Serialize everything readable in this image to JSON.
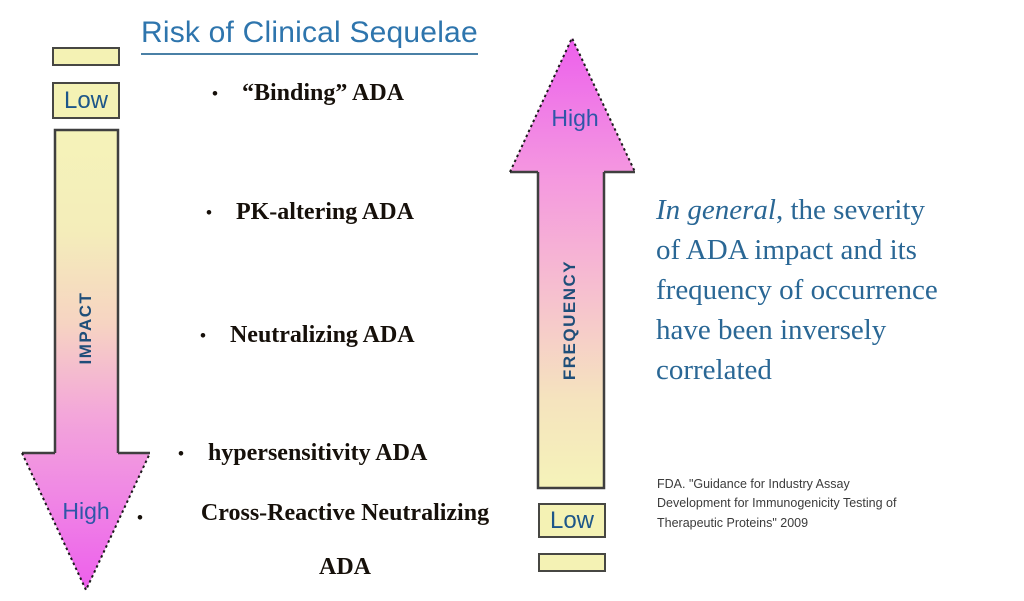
{
  "title": "Risk of Clinical Sequelae",
  "bullet_icon": "•",
  "arrows": {
    "impact": {
      "axis_label": "IMPACT",
      "top_label": "Low",
      "bottom_label": "High",
      "direction": "down"
    },
    "frequency": {
      "axis_label": "FREQUENCY",
      "top_label": "High",
      "bottom_label": "Low",
      "direction": "up"
    }
  },
  "bullets": [
    {
      "label": "“Binding” ADA"
    },
    {
      "label": "PK-altering ADA"
    },
    {
      "label": "Neutralizing ADA"
    },
    {
      "label": "hypersensitivity ADA"
    },
    {
      "label": "Cross-Reactive Neutralizing ADA",
      "line1": "Cross-Reactive Neutralizing",
      "line2": "ADA"
    }
  ],
  "note": {
    "lead": "In general",
    "rest": ", the severity\nof ADA impact and its\nfrequency of occurrence\nhave been inversely\ncorrelated"
  },
  "citation": "FDA. \"Guidance for Industry Assay\nDevelopment for Immunogenicity Testing of\nTherapeutic Proteins\" 2009",
  "colors": {
    "pale_yellow": "#f4f2b4",
    "magenta": "#ee62ec",
    "title_blue": "#2e75ad",
    "axis_navy": "#1f4e79",
    "scale_blue": "#1d5689",
    "high_blue": "#2e56a8",
    "note_blue": "#2a6795",
    "bullet_black": "#16100a"
  }
}
